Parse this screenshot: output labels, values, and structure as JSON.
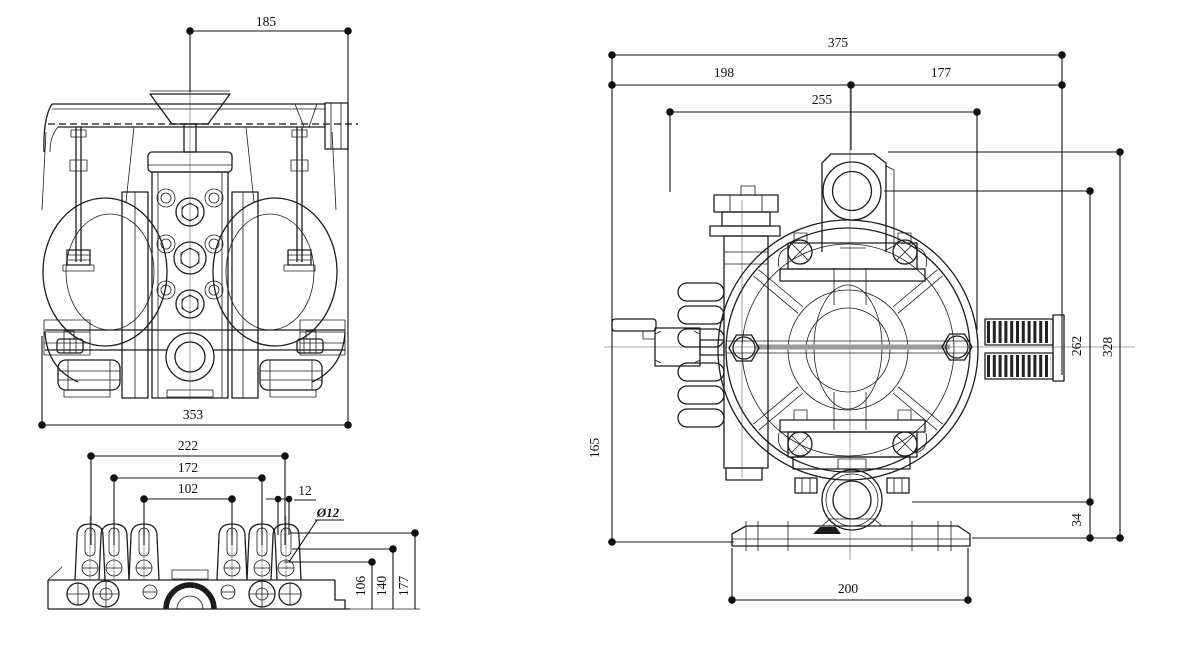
{
  "colors": {
    "ink": "#1c1c1c",
    "background": "#ffffff"
  },
  "dimensions": {
    "front_view": {
      "top_width": "185",
      "overall_width": "353"
    },
    "plan_view": {
      "span_outer": "222",
      "span_mid": "172",
      "span_inner": "102",
      "hole_offset": "12",
      "hole_diameter": "Ø12",
      "height_inner": "106",
      "height_mid": "140",
      "height_outer": "177"
    },
    "side_view": {
      "overall_width": "375",
      "width_left_of_center": "198",
      "width_right_of_center": "177",
      "valve_to_port_span": "255",
      "center_to_port_height": "262",
      "overall_height": "328",
      "centerline_to_base": "165",
      "flange_to_base": "34",
      "base_width": "200"
    }
  }
}
